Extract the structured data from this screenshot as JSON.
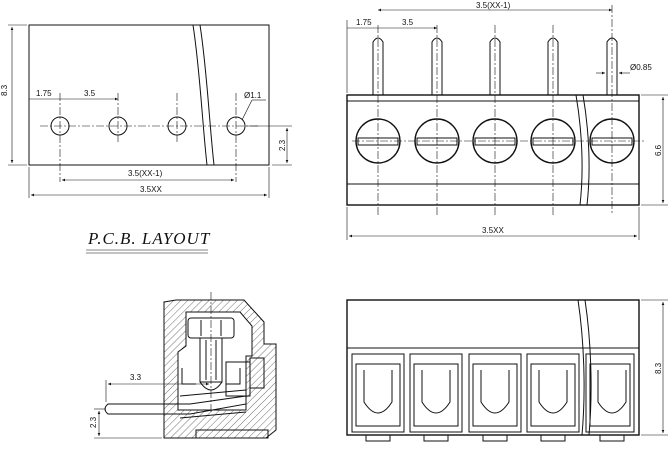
{
  "pcb_layout": {
    "title": "P.C.B. LAYOUT",
    "dim_height": "8.3",
    "dim_pitch_edge": "1.75",
    "dim_pitch": "3.5",
    "dim_hole": "Ø1.1",
    "dim_row_offset": "2.3",
    "dim_span": "3.5(XX-1)",
    "dim_total": "3.5XX"
  },
  "front_view": {
    "dim_top_span": "3.5(XX-1)",
    "dim_pitch_edge": "1.75",
    "dim_pitch": "3.5",
    "dim_pin": "Ø0.85",
    "dim_height": "6.6",
    "dim_total": "3.5XX"
  },
  "side_view": {
    "dim_pin_length": "3.3",
    "dim_pin_offset": "2.3"
  },
  "rear_view": {
    "dim_height": "8.3"
  }
}
